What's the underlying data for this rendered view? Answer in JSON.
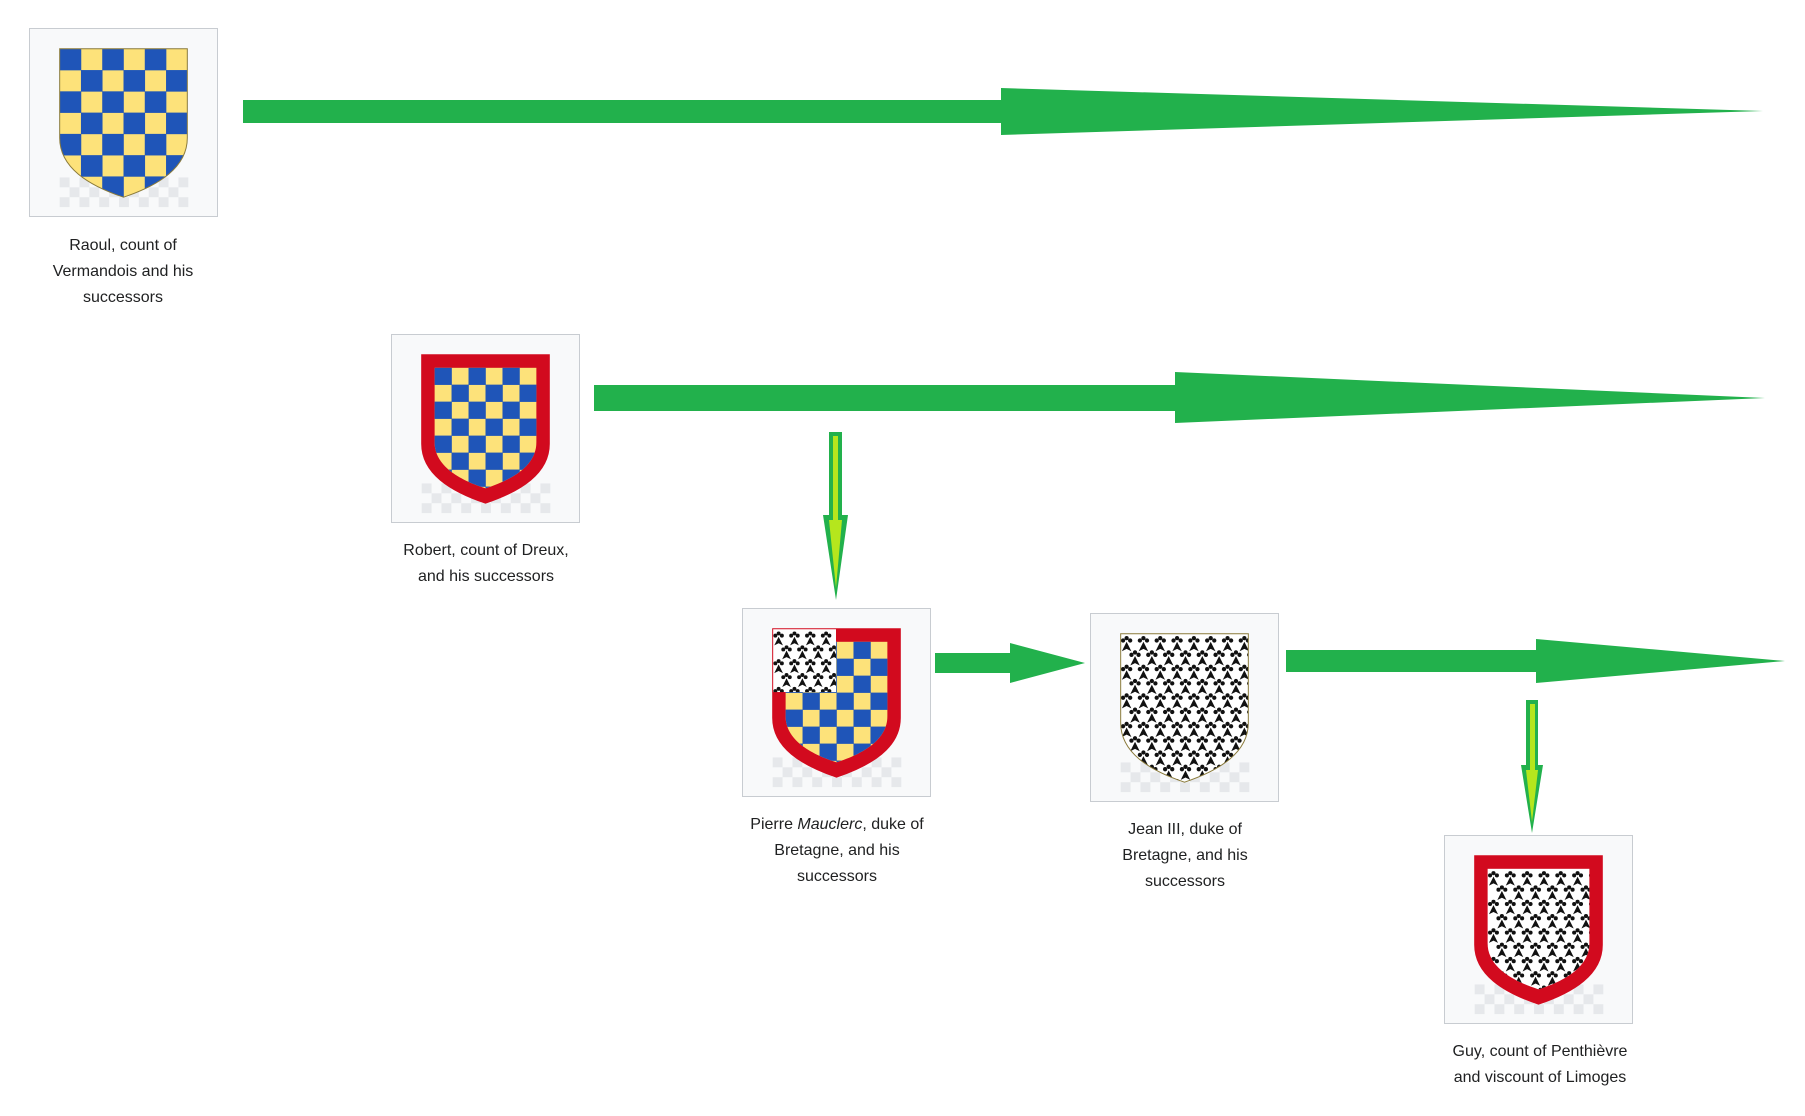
{
  "nodes": [
    {
      "id": "raoul",
      "name": "raoul-vermandois",
      "caption": [
        "Raoul, count of",
        "Vermandois and his",
        "successors"
      ],
      "shield": "checky",
      "bordure": false
    },
    {
      "id": "robert",
      "name": "robert-dreux",
      "caption": [
        "Robert, count of Dreux,",
        "and his successors"
      ],
      "shield": "checky",
      "bordure": true
    },
    {
      "id": "pierre",
      "name": "pierre-mauclerc",
      "caption_pre": "Pierre ",
      "caption_em": "Mauclerc",
      "caption_post": ", duke of",
      "caption": [
        "",
        "Bretagne, and his",
        "successors"
      ],
      "shield": "quarter",
      "bordure": true
    },
    {
      "id": "jean",
      "name": "jean-iii",
      "caption": [
        "Jean III, duke of",
        "Bretagne, and his",
        "successors"
      ],
      "shield": "ermine",
      "bordure": false
    },
    {
      "id": "guy",
      "name": "guy-penthievre",
      "caption": [
        "Guy, count of Penthièvre",
        "and viscount of Limoges"
      ],
      "shield": "ermine",
      "bordure": true
    }
  ],
  "colors": {
    "arrow": "#22b14c",
    "arrow_light": "#b5e61d",
    "azure": "#1f55b8",
    "or": "#fde27a",
    "gules": "#d20a1e",
    "sable": "#111111",
    "frame_bg": "#f8f9fa",
    "frame_border": "#c8ccd1"
  },
  "icons": [
    "coat-of-arms-icon",
    "arrow-right-icon",
    "arrow-down-icon"
  ]
}
